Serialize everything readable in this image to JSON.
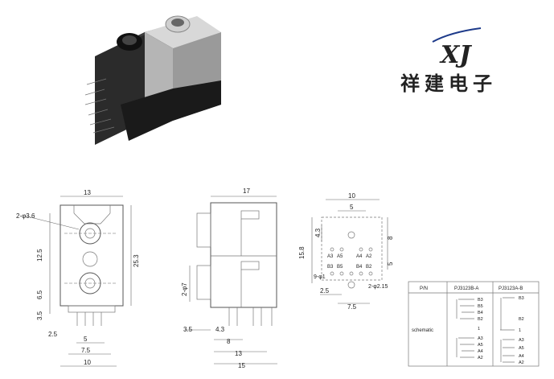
{
  "brand": {
    "monogram": "XJ",
    "name": "祥建电子",
    "color": "#1d3a8a"
  },
  "front_view": {
    "dims": {
      "top_width": "13",
      "hole": "2-φ3.6",
      "pitch": "12.5",
      "height": "25.3",
      "lower": "6.5",
      "pin_len": "3.5",
      "pin_off": "2.5",
      "span_a": "5",
      "span_b": "7.5",
      "base_width": "10"
    }
  },
  "side_view": {
    "dims": {
      "top_width": "17",
      "sleeve": "2-φ7",
      "pin_len": "3.5",
      "pin_off": "4.3",
      "d1": "8",
      "d2": "13",
      "d3": "15"
    }
  },
  "pcb_view": {
    "dims": {
      "width": "10",
      "inner": "5",
      "height": "15.8",
      "upper": "4.3",
      "right": "8",
      "lower": "5",
      "holes1": "9-φ1",
      "holes2": "2-φ2.15",
      "left_off": "2.5",
      "bottom": "7.5"
    },
    "pin_labels_top": [
      "A3",
      "A5",
      "A4",
      "A2"
    ],
    "pin_labels_bottom": [
      "B3",
      "B5",
      "B4",
      "B2"
    ]
  },
  "schematic_table": {
    "col_pn": "P/N",
    "col_a": "PJ3123B-A",
    "col_b": "PJ3123A-B",
    "row_label": "schematic",
    "pins_a": [
      "B3",
      "B5",
      "B4",
      "B2",
      "1",
      "A3",
      "A5",
      "A4",
      "A2"
    ],
    "pins_b": [
      "B3",
      "B2",
      "1",
      "A3",
      "A5",
      "A4",
      "A2"
    ]
  }
}
